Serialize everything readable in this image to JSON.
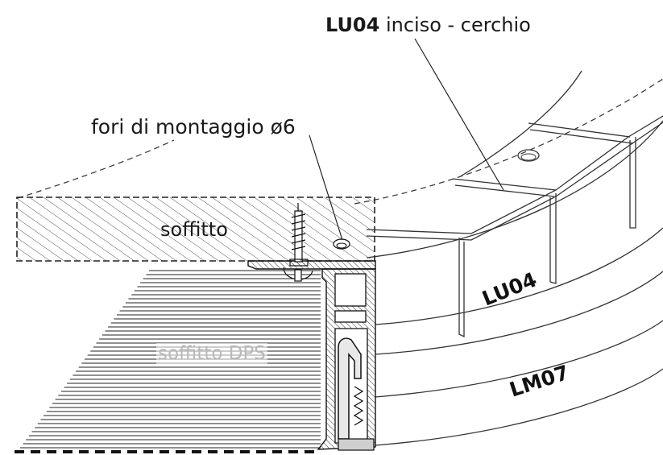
{
  "labels": {
    "title_bold": "LU04",
    "title_rest": " inciso - cerchio",
    "mounting_holes": "fori di montaggio ø6",
    "ceiling": "soffitto",
    "ceiling_dps": "soffitto DPS",
    "profile_lu04": "LU04",
    "profile_lm07": "LM07"
  }
}
